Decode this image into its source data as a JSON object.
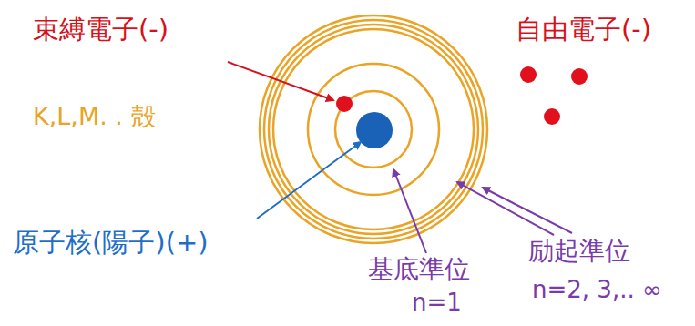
{
  "diagram": {
    "labels": [
      "束縛電子(-)",
      "自由電子(-)",
      "K,L,M. . 殻",
      "原子核(陽子)(+)",
      "基底準位",
      "n=1",
      "励起準位",
      "n=2, 3,.. ∞"
    ]
  }
}
